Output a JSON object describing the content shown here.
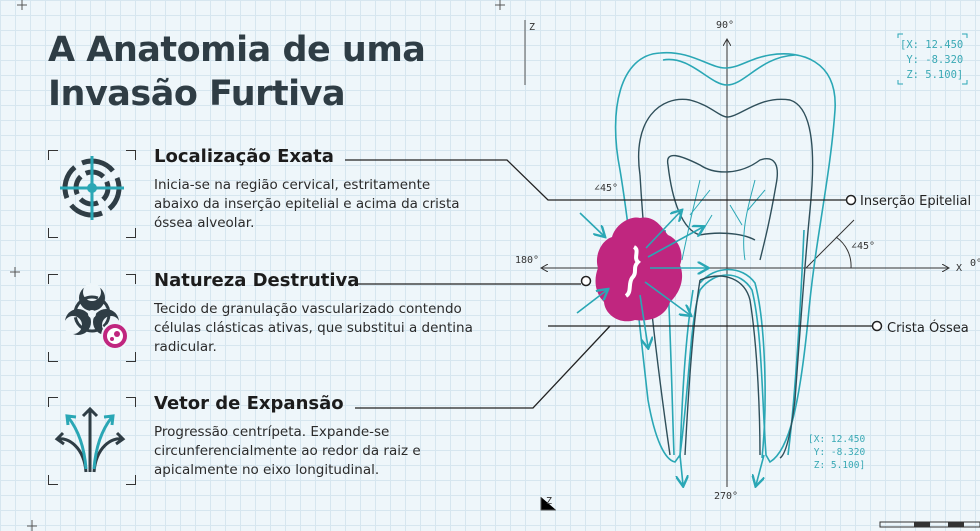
{
  "title_line1": "A Anatomia de uma",
  "title_line2": "Invasão Furtiva",
  "items": [
    {
      "title": "Localização Exata",
      "text": "Inicia-se na região cervical, estritamente abaixo da inserção epitelial e acima da crista óssea alveolar.",
      "icon": "crosshair-target-icon"
    },
    {
      "title": "Natureza Destrutiva",
      "text": "Tecido de granulação vascularizado contendo células clásticas ativas, que substitui a dentina radicular.",
      "icon": "biohazard-cell-icon"
    },
    {
      "title": "Vetor de Expansão",
      "text": "Progressão centrípeta. Expande-se circunferencialmente ao redor da raiz e apicalmente no eixo longitudinal.",
      "icon": "diverging-arrows-icon"
    }
  ],
  "diagram": {
    "label_insercao": "Inserção Epitelial",
    "label_crista": "Crista Óssea",
    "angle_90": "90°",
    "angle_270": "270°",
    "angle_180": "180°",
    "angle_0": "0°",
    "axis_x": "X",
    "axis_z_top": "Z",
    "axis_z_bottom": "Z",
    "angle_45_left": "∠45°",
    "angle_45_right": "∠45°",
    "coord_top": "[X: 12.450\n Y: -8.320\n Z: 5.100]",
    "coord_bottom": "[X: 12.450\n Y: -8.320\n Z: 5.100]"
  },
  "colors": {
    "teal": "#2aa7b5",
    "dark": "#2f3d45",
    "magenta": "#c0267f"
  }
}
